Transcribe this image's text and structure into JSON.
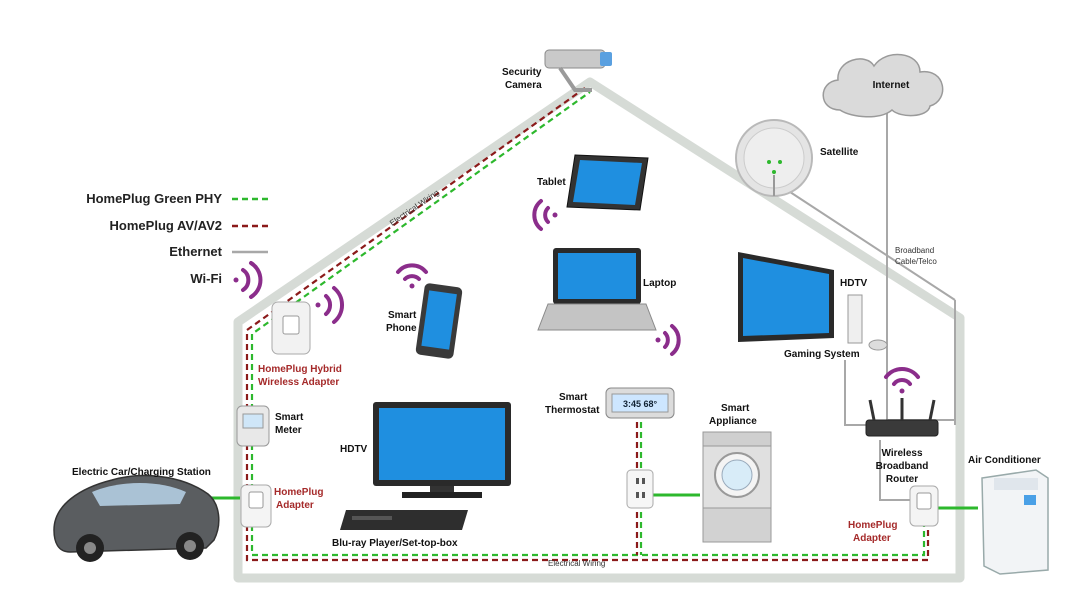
{
  "legend": {
    "green_phy": "HomePlug Green PHY",
    "av_av2": "HomePlug AV/AV2",
    "ethernet": "Ethernet",
    "wifi": "Wi-Fi"
  },
  "labels": {
    "security_camera": [
      "Security",
      "Camera"
    ],
    "internet": "Internet",
    "satellite": "Satellite",
    "broadband": [
      "Broadband",
      "Cable/Telco"
    ],
    "tablet": "Tablet",
    "laptop": "Laptop",
    "smart_phone": [
      "Smart",
      "Phone"
    ],
    "hdtv_upper": "HDTV",
    "gaming_system": "Gaming System",
    "hybrid_adapter": [
      "HomePlug Hybrid",
      "Wireless Adapter"
    ],
    "smart_meter": [
      "Smart",
      "Meter"
    ],
    "hdtv_lower": "HDTV",
    "smart_thermostat": [
      "Smart",
      "Thermostat"
    ],
    "thermostat_display": "3:45 68°",
    "smart_appliance": [
      "Smart",
      "Appliance"
    ],
    "router": [
      "Wireless",
      "Broadband",
      "Router"
    ],
    "air_conditioner": "Air Conditioner",
    "electric_car": "Electric Car/Charging Station",
    "homeplug_adapter_left": [
      "HomePlug",
      "Adapter"
    ],
    "homeplug_adapter_right": [
      "HomePlug",
      "Adapter"
    ],
    "bluray": "Blu-ray Player/Set-top-box",
    "electrical_wiring_roof": "Electrical Wiring",
    "electrical_wiring_floor": "Electrical Wiring"
  },
  "colors": {
    "green_phy": "#2db82d",
    "av_av2": "#8b1a1a",
    "ethernet": "#a8a8a8",
    "wifi": "#8b2d8b",
    "house_wall": "#d6dbd6",
    "screen": "#1f8fe0"
  }
}
